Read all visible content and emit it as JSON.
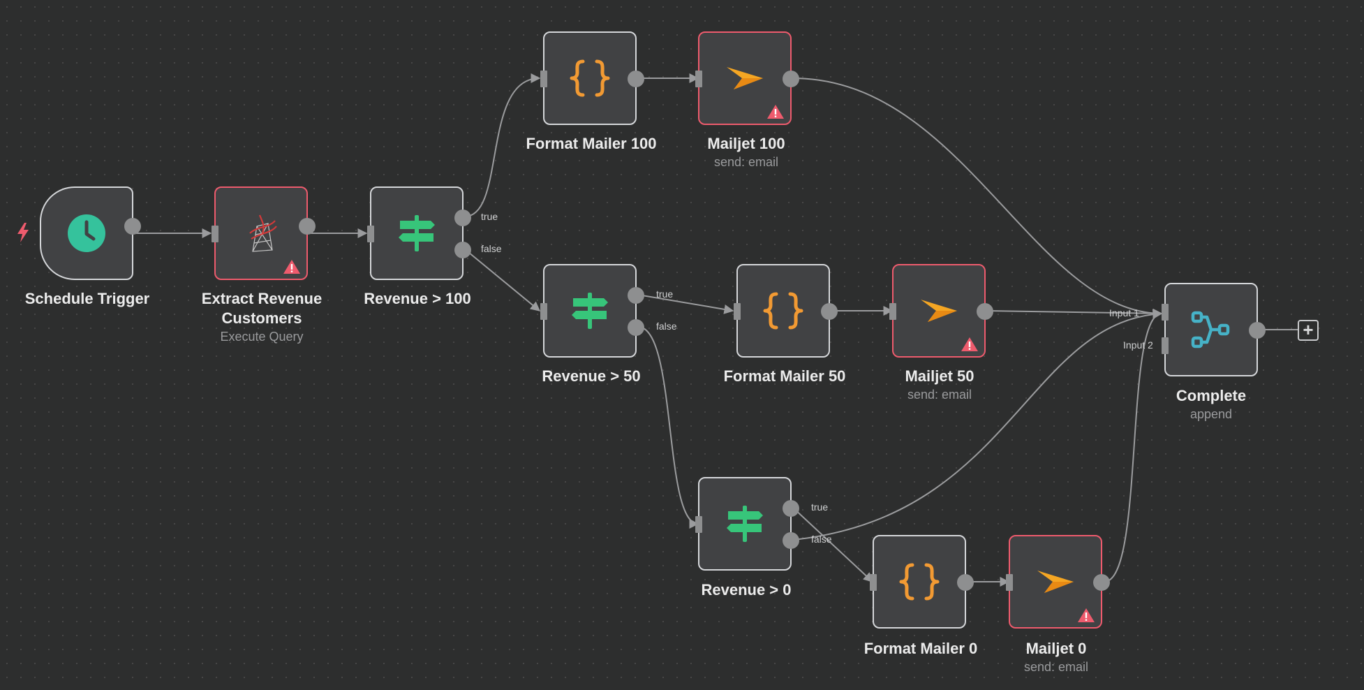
{
  "nodes": {
    "schedule_trigger": {
      "title": "Schedule Trigger"
    },
    "extract": {
      "title_line1": "Extract Revenue",
      "title_line2": "Customers",
      "subtitle": "Execute Query"
    },
    "rev100": {
      "title": "Revenue > 100",
      "true_label": "true",
      "false_label": "false"
    },
    "fmt100": {
      "title": "Format Mailer 100"
    },
    "mj100": {
      "title": "Mailjet 100",
      "subtitle": "send: email"
    },
    "rev50": {
      "title": "Revenue > 50",
      "true_label": "true",
      "false_label": "false"
    },
    "fmt50": {
      "title": "Format Mailer 50"
    },
    "mj50": {
      "title": "Mailjet 50",
      "subtitle": "send: email"
    },
    "rev0": {
      "title": "Revenue > 0",
      "true_label": "true",
      "false_label": "false"
    },
    "fmt0": {
      "title": "Format Mailer 0"
    },
    "mj0": {
      "title": "Mailjet 0",
      "subtitle": "send: email"
    },
    "complete": {
      "title": "Complete",
      "subtitle": "append",
      "input1_label": "Input 1",
      "input2_label": "Input 2"
    }
  },
  "add_button_symbol": "+",
  "icons": {
    "schedule_trigger": "clock-icon",
    "extract": "sql-server-icon",
    "if": "signpost-icon",
    "set": "braces-icon",
    "mailjet": "paper-plane-icon",
    "merge": "merge-icon",
    "warning": "warning-icon",
    "trigger": "lightning-icon"
  },
  "colors": {
    "canvas": "#2d2e2e",
    "node_fill": "#414244",
    "node_border": "#d5d7da",
    "error_border": "#ee5b6d",
    "edge": "#9b9c9e",
    "clock": "#35c29c",
    "if": "#37c57a",
    "braces": "#f29a33",
    "mailjet": "#f5a623",
    "merge": "#46b2c7"
  }
}
